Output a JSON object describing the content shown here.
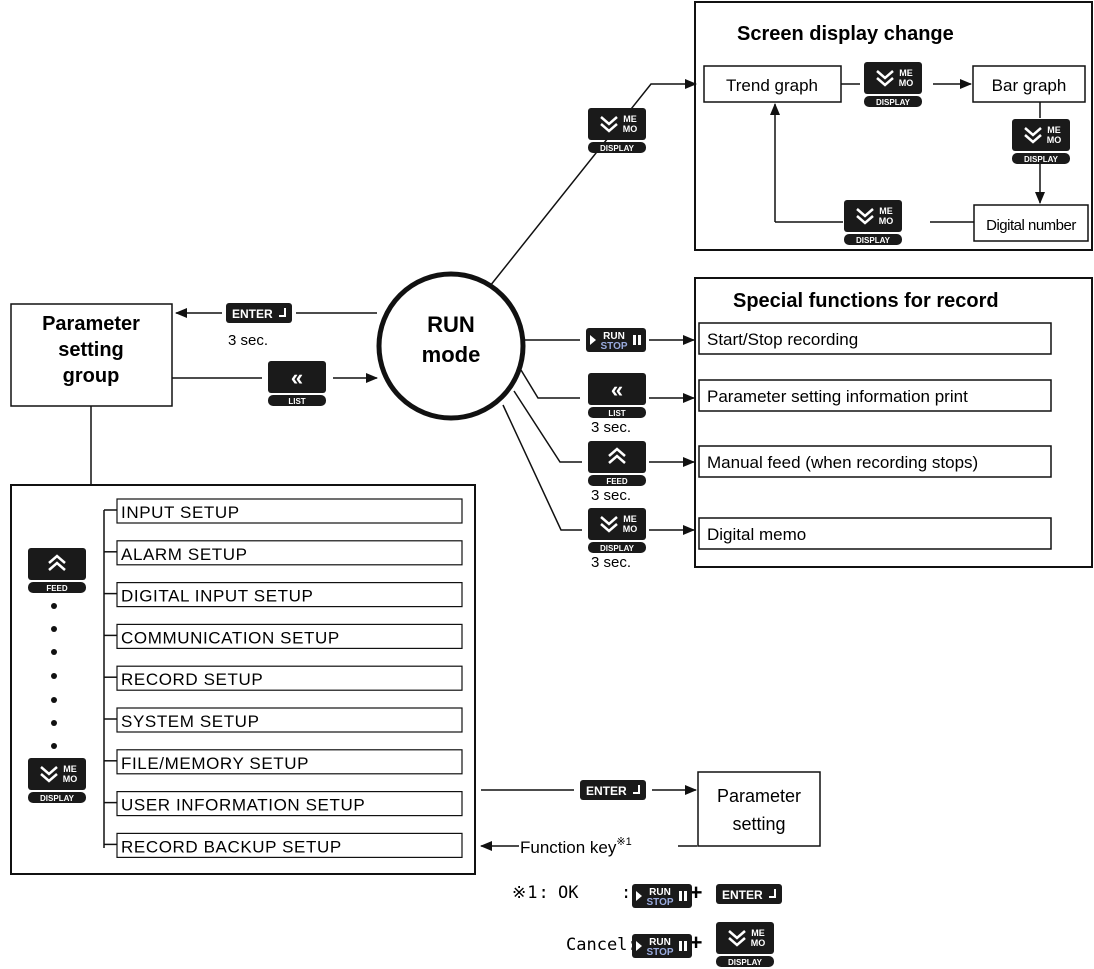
{
  "run_mode": {
    "line1": "RUN",
    "line2": "mode"
  },
  "parameter_group": {
    "line1": "Parameter",
    "line2": "setting",
    "line3": "group"
  },
  "screen_display": {
    "title": "Screen display change",
    "trend": "Trend graph",
    "bar": "Bar graph",
    "digital": "Digital number"
  },
  "special": {
    "title": "Special functions for record",
    "items": [
      "Start/Stop recording",
      "Parameter setting information print",
      "Manual feed (when recording stops)",
      "Digital memo"
    ]
  },
  "setup_items": [
    "INPUT SETUP",
    "ALARM SETUP",
    "DIGITAL INPUT SETUP",
    "COMMUNICATION SETUP",
    "RECORD SETUP",
    "SYSTEM SETUP",
    "FILE/MEMORY SETUP",
    "USER INFORMATION SETUP",
    "RECORD BACKUP SETUP"
  ],
  "param_setting": {
    "line1": "Parameter",
    "line2": "setting"
  },
  "function_key": {
    "label": "Function key",
    "sup": "※1"
  },
  "hold_3sec": "3 sec.",
  "keys": {
    "enter": "ENTER",
    "list": "LIST",
    "feed": "FEED",
    "display": "DISPLAY",
    "memo1": "ME",
    "memo2": "MO",
    "run": "RUN",
    "stop": "STOP",
    "list_glyph": "«",
    "feed_glyph": "⌃",
    "display_glyph": "⌄"
  },
  "note": {
    "marker": "※1:",
    "ok_label": "OK",
    "ok_colon": ":",
    "cancel_label": "Cancel:",
    "plus": "+"
  },
  "icons": [
    "enter-key-icon",
    "list-key-icon",
    "feed-key-icon",
    "display-key-icon",
    "run-stop-key-icon",
    "arrow-icon",
    "bullet-icon"
  ]
}
